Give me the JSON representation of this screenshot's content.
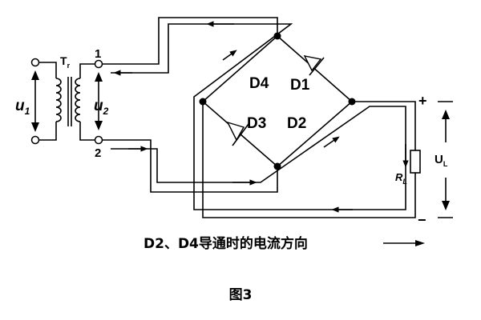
{
  "diagram": {
    "labels": {
      "u1": "u",
      "u1_sub": "1",
      "u2": "u",
      "u2_sub": "2",
      "transformer": "T",
      "transformer_sub": "r",
      "terminal_1": "1",
      "terminal_2": "2",
      "d1": "D1",
      "d2": "D2",
      "d3": "D3",
      "d4": "D4",
      "rl": "R",
      "rl_sub": "L",
      "ul": "U",
      "ul_sub": "L",
      "plus": "+",
      "minus": "−"
    },
    "caption": "D2、D4导通时的电流方向",
    "figure_number": "图3"
  }
}
